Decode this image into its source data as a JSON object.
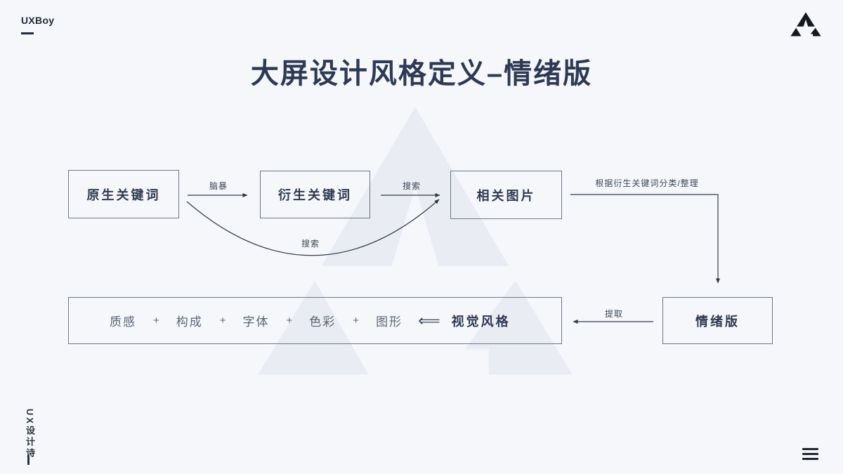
{
  "header": {
    "brand": "UXBoy",
    "title": "大屏设计风格定义–情绪版"
  },
  "footer": {
    "vertical_brand": "UX设计诗"
  },
  "diagram": {
    "boxes": {
      "origin_keywords": "原生关键词",
      "derived_keywords": "衍生关键词",
      "related_images": "相关图片",
      "mood_board": "情绪版"
    },
    "edge_labels": {
      "brainstorm": "脑暴",
      "search": "搜索",
      "search_curve": "搜索",
      "classify": "根据衍生关键词分类/整理",
      "extract": "提取"
    },
    "visual": {
      "items": [
        "质感",
        "构成",
        "字体",
        "色彩",
        "图形"
      ],
      "plus": "+",
      "arrow": "⟸",
      "title": "视觉风格"
    }
  },
  "icons": {
    "top_right": "triangle-logo",
    "bottom_right": "hamburger-menu",
    "background": "triangle-watermark"
  },
  "colors": {
    "background": "#f5f7fa",
    "watermark": "#e9ecf2",
    "text_dark": "#2e3a54",
    "box_border": "#6d7888",
    "muted_text": "#5b6577",
    "logo_black": "#15181f"
  }
}
